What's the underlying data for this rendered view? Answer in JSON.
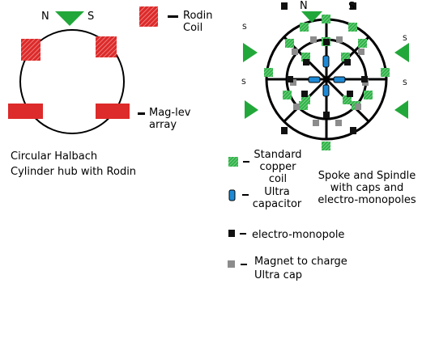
{
  "colors": {
    "coil_red": "#dd2a2a",
    "halbach_red": "#dd2a2a",
    "copper_green": "#2fb24a",
    "copper_green_hatch": "#a6e3a6",
    "triangle_green": "#22a83a",
    "ultracap_blue": "#1e8ad6",
    "monopole_black": "#111111",
    "magnet_gray": "#8c8c8c",
    "outline_black": "#000000"
  },
  "left_diagram": {
    "pole_n": "N",
    "pole_s": "S",
    "legend_coil_label": "Rodin\nCoil",
    "maglev_label": "Mag-lev\narray",
    "caption": "Circular Halbach\nCylinder hub with Rodin",
    "icon": "green-triangle-icon"
  },
  "right_diagram": {
    "pole_n": "N",
    "pole_s": "S",
    "side_s_labels": [
      "S",
      "S",
      "S",
      "S"
    ],
    "caption": "Spoke and Spindle\nwith caps and\nelectro-monopoles"
  },
  "legend": {
    "copper_coil": "Standard\ncopper\ncoil",
    "ultra_capacitor": "Ultra\ncapacitor",
    "electro_monopole": "electro-monopole",
    "magnet": "Magnet to charge\nUltra cap",
    "dash": "-"
  }
}
